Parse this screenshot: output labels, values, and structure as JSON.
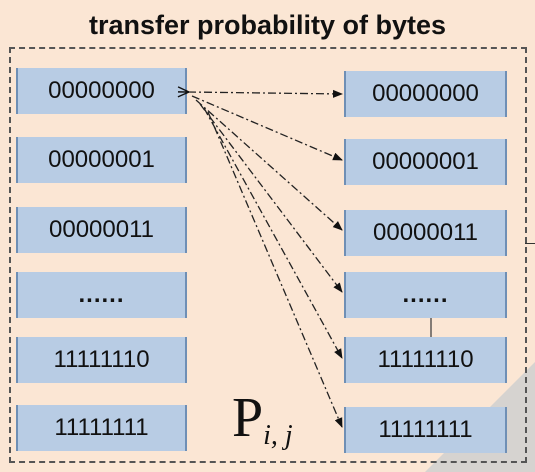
{
  "title": "transfer probability of bytes",
  "left_items": [
    "00000000",
    "00000001",
    "00000011",
    "......",
    "11111110",
    "11111111"
  ],
  "right_items": [
    "00000000",
    "00000001",
    "00000011",
    "......",
    "11111110",
    "11111111"
  ],
  "label": {
    "main": "P",
    "subscript": "i, j"
  },
  "colors": {
    "background": "#fbe6d4",
    "box_fill": "#b8cce4",
    "box_border": "#6f8fb5",
    "frame": "#555555"
  }
}
